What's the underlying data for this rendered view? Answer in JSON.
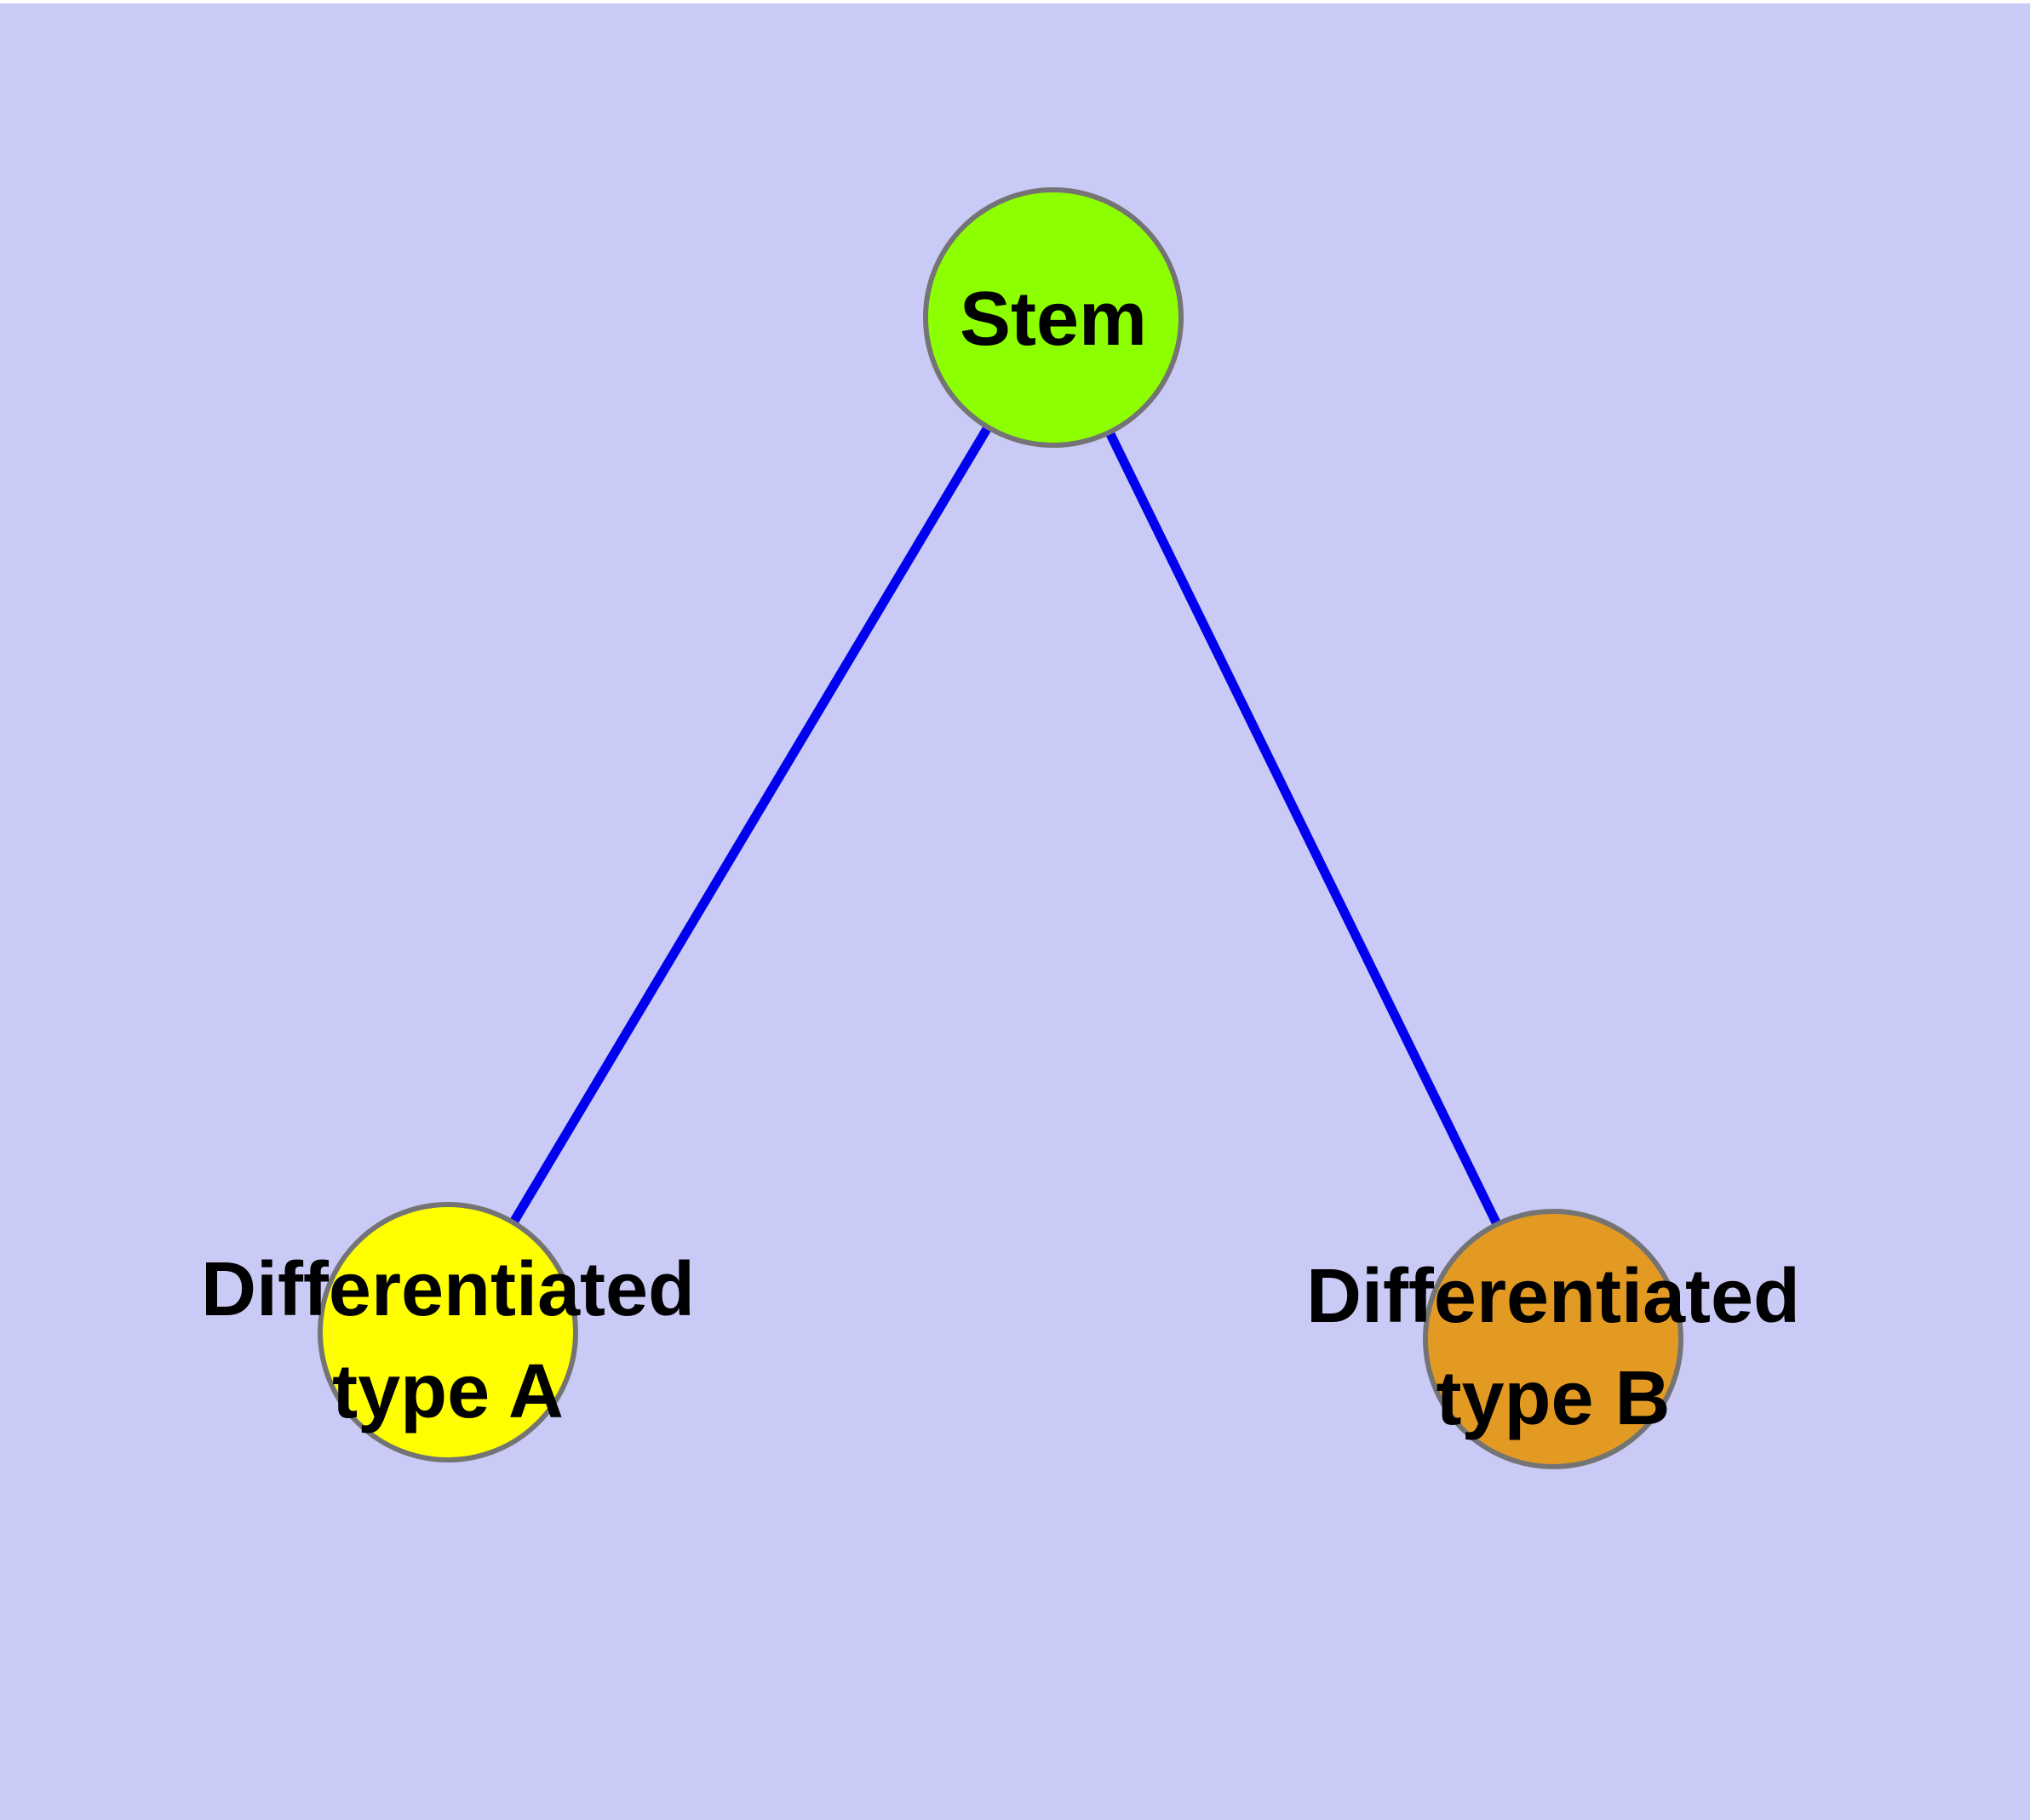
{
  "diagram": {
    "background_color": "#CACAF6",
    "edge_color": "#0000EE",
    "node_border_color": "#747474",
    "text_color": "#000000",
    "nodes": [
      {
        "id": "stem",
        "label": "Stem",
        "line1": "Stem",
        "fill_color": "#8CFF00"
      },
      {
        "id": "differentiated-type-a",
        "label": "Differentiated type A",
        "line1": "Differentiated",
        "line2": "type A",
        "fill_color": "#FFFF00"
      },
      {
        "id": "differentiated-type-b",
        "label": "Differentiated type B",
        "line1": "Differentiated",
        "line2": "type B",
        "fill_color": "#E29A23"
      }
    ],
    "edges": [
      {
        "from": "Stem",
        "to": "Differentiated type A"
      },
      {
        "from": "Stem",
        "to": "Differentiated type B"
      }
    ]
  }
}
